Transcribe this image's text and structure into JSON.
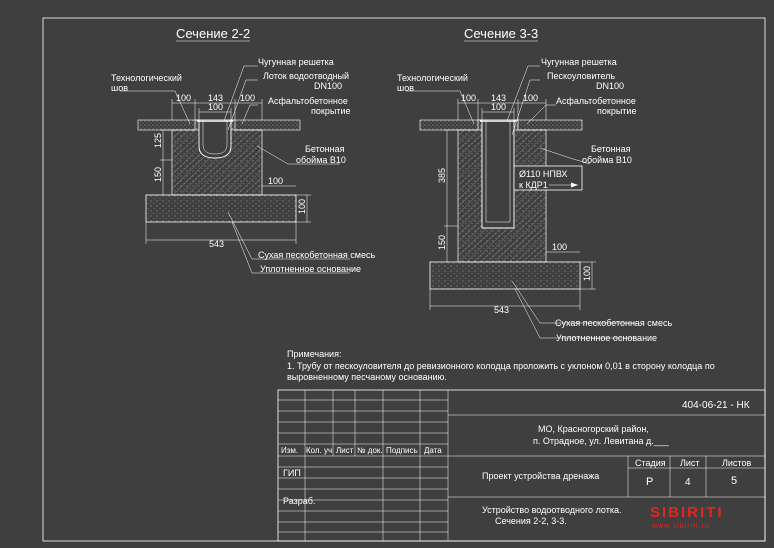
{
  "section22": {
    "title": "Сечение 2-2",
    "labels": {
      "grate": "Чугунная решетка",
      "tray": "Лоток водоотводный",
      "tray2": "DN100",
      "asphalt": "Асфальтобетонное",
      "asphalt2": "покрытие",
      "tech": "Технологический",
      "tech2": "шов",
      "concrete": "Бетонная",
      "concrete2": "обойма В10",
      "sand": "Сухая пескобетонная смесь",
      "base": "Уплотненное основание"
    },
    "dims": {
      "d100a": "100",
      "d143": "143",
      "d100b": "100",
      "d100c": "100",
      "d125": "125",
      "d150": "150",
      "d100r": "100",
      "d100v": "100",
      "d543": "543"
    }
  },
  "section33": {
    "title": "Сечение 3-3",
    "labels": {
      "grate": "Чугунная решетка",
      "sandtrap": "Пескоуловитель",
      "sandtrap2": "DN100",
      "asphalt": "Асфальтобетонное",
      "asphalt2": "покрытие",
      "tech": "Технологический",
      "tech2": "шов",
      "concrete": "Бетонная",
      "concrete2": "обойма В10",
      "pipe": "Ø110 НПВХ",
      "pipe2": "к КДР1",
      "sand": "Сухая пескобетонная смесь",
      "base": "Уплотненное основание"
    },
    "dims": {
      "d100a": "100",
      "d143": "143",
      "d100b": "100",
      "d100c": "100",
      "d385": "385",
      "d150": "150",
      "d100r": "100",
      "d100v": "100",
      "d543": "543"
    }
  },
  "notes": {
    "heading": "Примечания:",
    "line1": "1. Трубу от пескоуловителя до ревизионного колодца проложить с уклоном 0,01 в сторону колодца по",
    "line2": "выровненному песчаному основанию."
  },
  "stamp": {
    "code": "404-06-21 - НК",
    "address1": "МО, Красногорский район,",
    "address2": "п. Отрадное, ул. Левитана д.___",
    "cols": [
      "Изм.",
      "Кол. уч",
      "Лист",
      "№ док.",
      "Подпись",
      "Дата"
    ],
    "gip": "ГИП",
    "razrab": "Разраб.",
    "project": "Проект устройства дренажа",
    "stage_h": "Стадия",
    "sheet_h": "Лист",
    "sheets_h": "Листов",
    "stage": "Р",
    "sheet": "4",
    "sheets": "5",
    "drawing1": "Устройство водоотводного лотка.",
    "drawing2": "Сечения 2-2, 3-3."
  },
  "logo": {
    "name": "SIBIRITI",
    "url": "www.sibiriti.ru"
  }
}
